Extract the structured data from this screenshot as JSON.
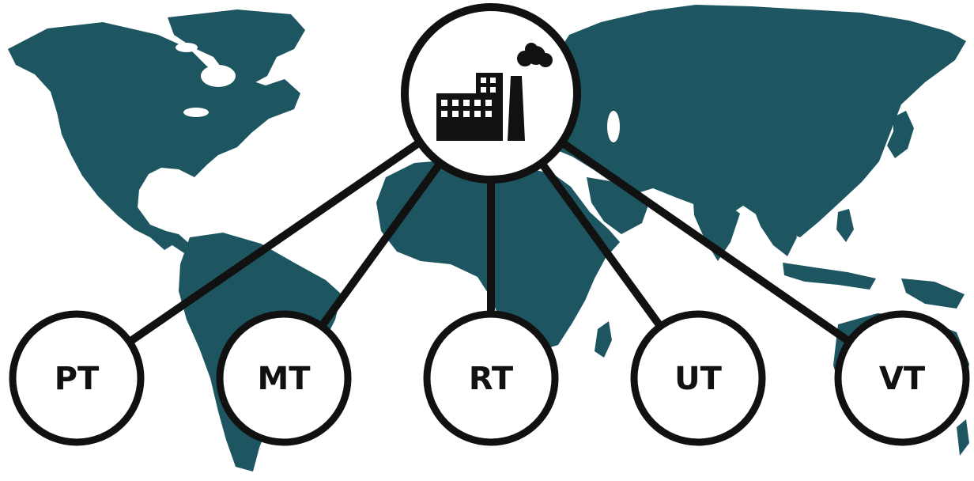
{
  "colors": {
    "map": "#1d5660",
    "background": "#ffffff",
    "line": "#111111",
    "node_fill": "#ffffff",
    "icon": "#111111"
  },
  "hub": {
    "icon": "factory-icon"
  },
  "nodes": [
    {
      "id": "pt",
      "label": "PT"
    },
    {
      "id": "mt",
      "label": "MT"
    },
    {
      "id": "rt",
      "label": "RT"
    },
    {
      "id": "ut",
      "label": "UT"
    },
    {
      "id": "vt",
      "label": "VT"
    }
  ]
}
